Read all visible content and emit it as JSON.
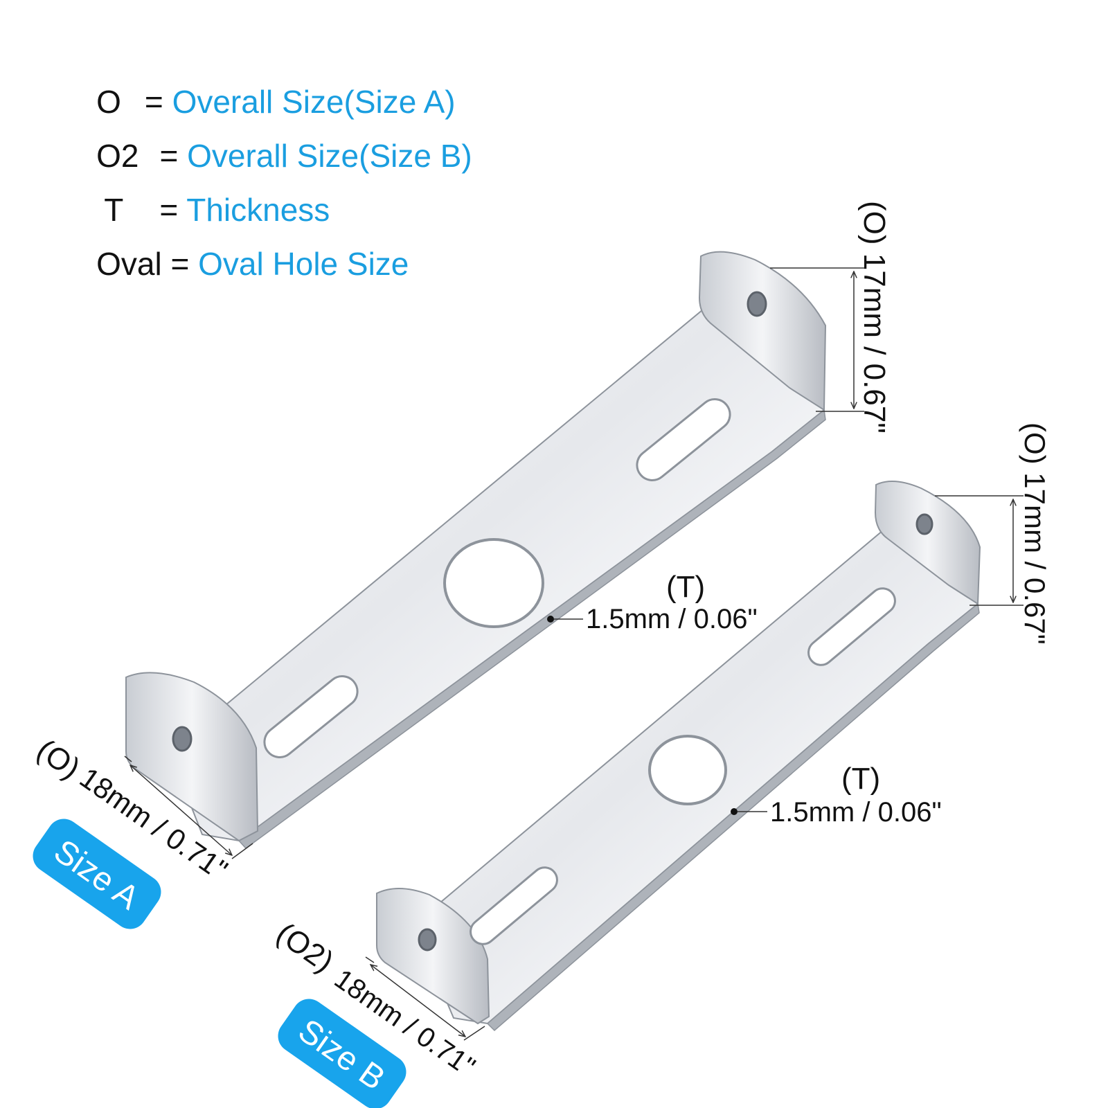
{
  "legend": [
    {
      "symbol": "O",
      "eq": "=",
      "desc": "Overall Size(Size A)"
    },
    {
      "symbol": "O2",
      "eq": "=",
      "desc": "Overall Size(Size B)"
    },
    {
      "symbol": "T",
      "eq": "=",
      "desc": "Thickness"
    },
    {
      "symbol": "Oval",
      "eq": "=",
      "desc": "Oval Hole Size"
    }
  ],
  "bracket_a": {
    "height_label": "(O) 17mm / 0.67\"",
    "thickness_symbol": "(T)",
    "thickness_value": "1.5mm / 0.06\"",
    "width_symbol": "(O)",
    "width_value": "18mm / 0.71\"",
    "badge": "Size A"
  },
  "bracket_b": {
    "height_label": "(O) 17mm / 0.67\"",
    "thickness_symbol": "(T)",
    "thickness_value": "1.5mm / 0.06\"",
    "width_symbol": "(O2)",
    "width_value": "18mm / 0.71\"",
    "badge": "Size B"
  },
  "colors": {
    "accent": "#1a9ee0",
    "badge": "#18a4ec",
    "text": "#111111",
    "metal_light": "#f4f5f7",
    "metal_dark": "#9aa0a8"
  }
}
